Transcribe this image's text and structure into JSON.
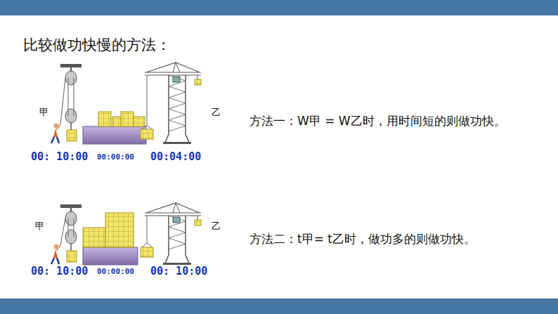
{
  "diagram": {
    "title": "比较做功快慢的方法：",
    "labels": [
      "甲",
      "乙",
      "00: 10:00",
      "00:00:00",
      "00:04:00",
      "方法一：W甲 = W乙时，用时间短的则做功快。",
      "甲",
      "乙",
      "00: 10:00",
      "00:00:00",
      "00: 10:00",
      "方法二：t甲= t乙时，做功多的则做功快。"
    ]
  }
}
